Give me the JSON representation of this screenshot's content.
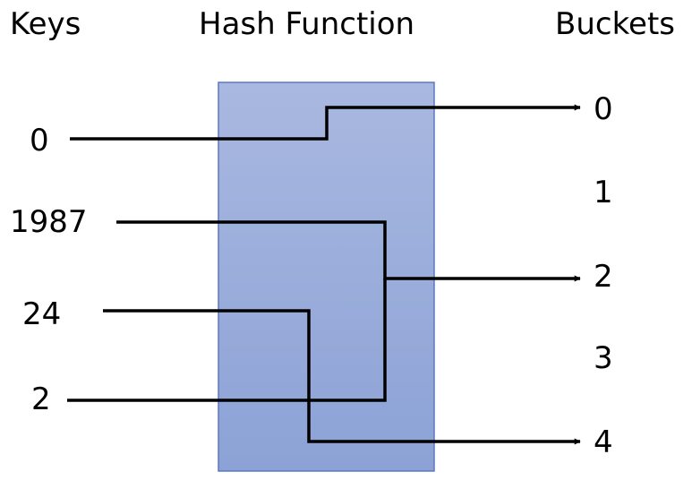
{
  "headers": {
    "keys": "Keys",
    "hash_function": "Hash Function",
    "buckets": "Buckets"
  },
  "keys": [
    "0",
    "1987",
    "24",
    "2"
  ],
  "buckets": [
    "0",
    "1",
    "2",
    "3",
    "4"
  ],
  "mappings": [
    {
      "key": "0",
      "bucket": "0"
    },
    {
      "key": "1987",
      "bucket": "2"
    },
    {
      "key": "2",
      "bucket": "2"
    },
    {
      "key": "24",
      "bucket": "4"
    }
  ],
  "colors": {
    "hash_box_top": "#a9b8e0",
    "hash_box_bottom": "#8ca2d6",
    "hash_box_border": "#5b78c0",
    "line": "#000000"
  }
}
